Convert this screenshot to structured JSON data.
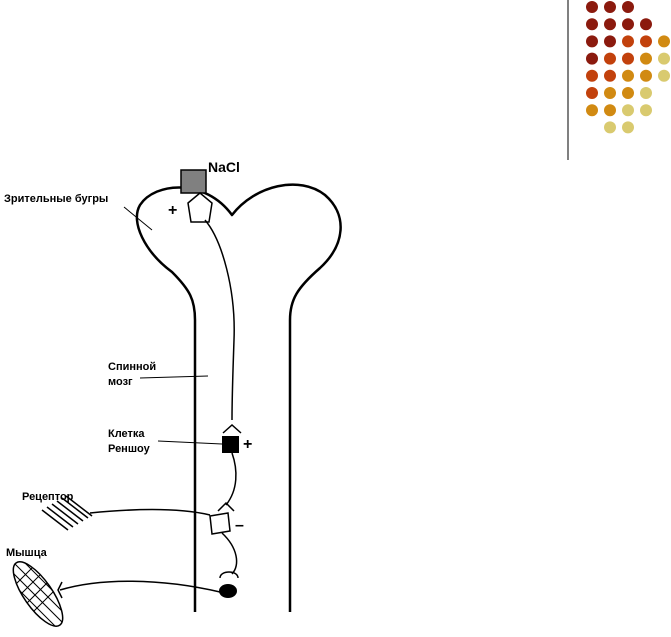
{
  "decoration": {
    "dot_colors": [
      "#8b1a0e",
      "#c2410c",
      "#d18a12",
      "#d9ca6f"
    ],
    "dot_rows": [
      [
        "#8b1a0e",
        "#8b1a0e",
        "#8b1a0e"
      ],
      [
        "#8b1a0e",
        "#8b1a0e",
        "#8b1a0e",
        "#8b1a0e"
      ],
      [
        "#8b1a0e",
        "#8b1a0e",
        "#c2410c",
        "#c2410c",
        "#d18a12"
      ],
      [
        "#8b1a0e",
        "#c2410c",
        "#c2410c",
        "#d18a12",
        "#d9ca6f"
      ],
      [
        "#c2410c",
        "#c2410c",
        "#d18a12",
        "#d18a12",
        "#d9ca6f"
      ],
      [
        "#c2410c",
        "#d18a12",
        "#d18a12",
        "#d9ca6f"
      ],
      [
        "#d18a12",
        "#d18a12",
        "#d9ca6f",
        "#d9ca6f"
      ],
      [
        "#d9ca6f",
        "#d9ca6f"
      ]
    ]
  },
  "labels": {
    "nacl": "NaCl",
    "thalamus": "Зрительные бугры",
    "spinal_cord_line1": "Спинной",
    "spinal_cord_line2": "мозг",
    "renshaw_line1": "Клетка",
    "renshaw_line2": "Реншоу",
    "receptor": "Рецептор",
    "muscle": "Мышца"
  },
  "signs": {
    "thalamus_plus": "+",
    "renshaw_plus": "+",
    "inhibitory_minus": "–"
  },
  "colors": {
    "nacl_box": "#808080",
    "outline": "#000000",
    "muscle_hatch": "#000000"
  }
}
